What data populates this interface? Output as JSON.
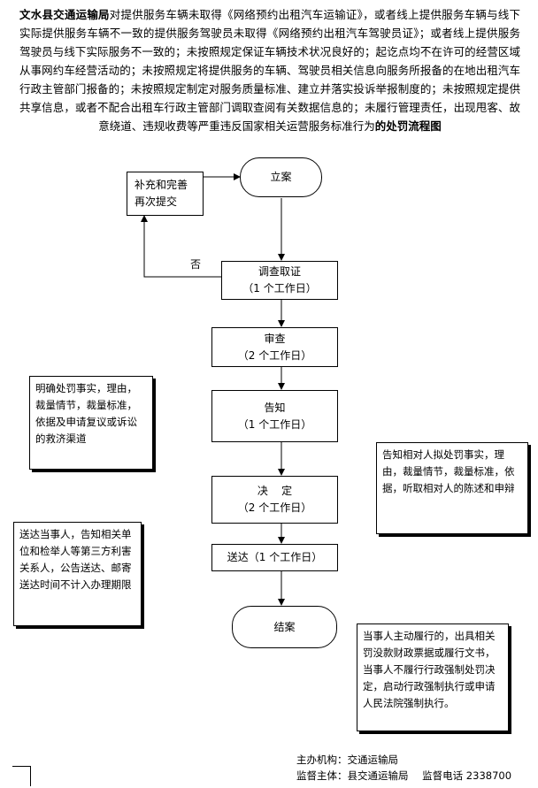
{
  "title": {
    "bold_prefix": "文水县交通运输局",
    "body": "对提供服务车辆未取得《网络预约出租汽车运输证》，或者线上提供服务车辆与线下实际提供服务车辆不一致的提供服务驾驶员未取得《网络预约出租汽车驾驶员证》；或者线上提供服务驾驶员与线下实际服务不一致的；未按照规定保证车辆技术状况良好的；起讫点均不在许可的经营区域从事网约车经营活动的；未按照规定将提供服务的车辆、驾驶员相关信息向服务所报备的在地出租汽车行政主管部门报备的；未按照规定制定对服务质量标准、建立并落实投诉举报制度的；未按照规定提供共享信息，或者不配合出租车行政主管部门调取查阅有关数据信息的；未履行管理责任，出现甩客、故意绕道、违规收费等严重违反国家相关运营服务标准行为",
    "bold_suffix": "的处罚流程图"
  },
  "flow": {
    "start": "立案",
    "supplement": [
      "补充和完善",
      "再次提交"
    ],
    "no_label": "否",
    "investigate": [
      "调查取证",
      "（1 个工作日）"
    ],
    "review": [
      "审查",
      "（2 个工作日）"
    ],
    "notify": [
      "告知",
      "（1 个工作日）"
    ],
    "decide": [
      "决    定",
      "（2 个工作日）"
    ],
    "deliver": "送达（1 个工作日）",
    "end": "结案"
  },
  "notes": {
    "left_notify": "明确处罚事实，理由，裁量情节，裁量标准，依据及申请复议或诉讼的救济渠道",
    "right_notify": "告知相对人拟处罚事实，理由，裁量情节，裁量标准，依据，听取相对人的陈述和申辩",
    "left_deliver": "送达当事人，告知相关单位和检举人等第三方利害关系人，公告送达、邮寄送达时间不计入办理期限",
    "right_end": "当事人主动履行的，出具相关罚没款财政票据或履行文书，当事人不履行行政强制处罚决定，启动行政强制执行或申请人民法院强制执行。"
  },
  "footer": {
    "organizer": "主办机构：交通运输局",
    "supervisor": "监督主体：县交通运输局",
    "phone": "监督电话  2338700"
  }
}
